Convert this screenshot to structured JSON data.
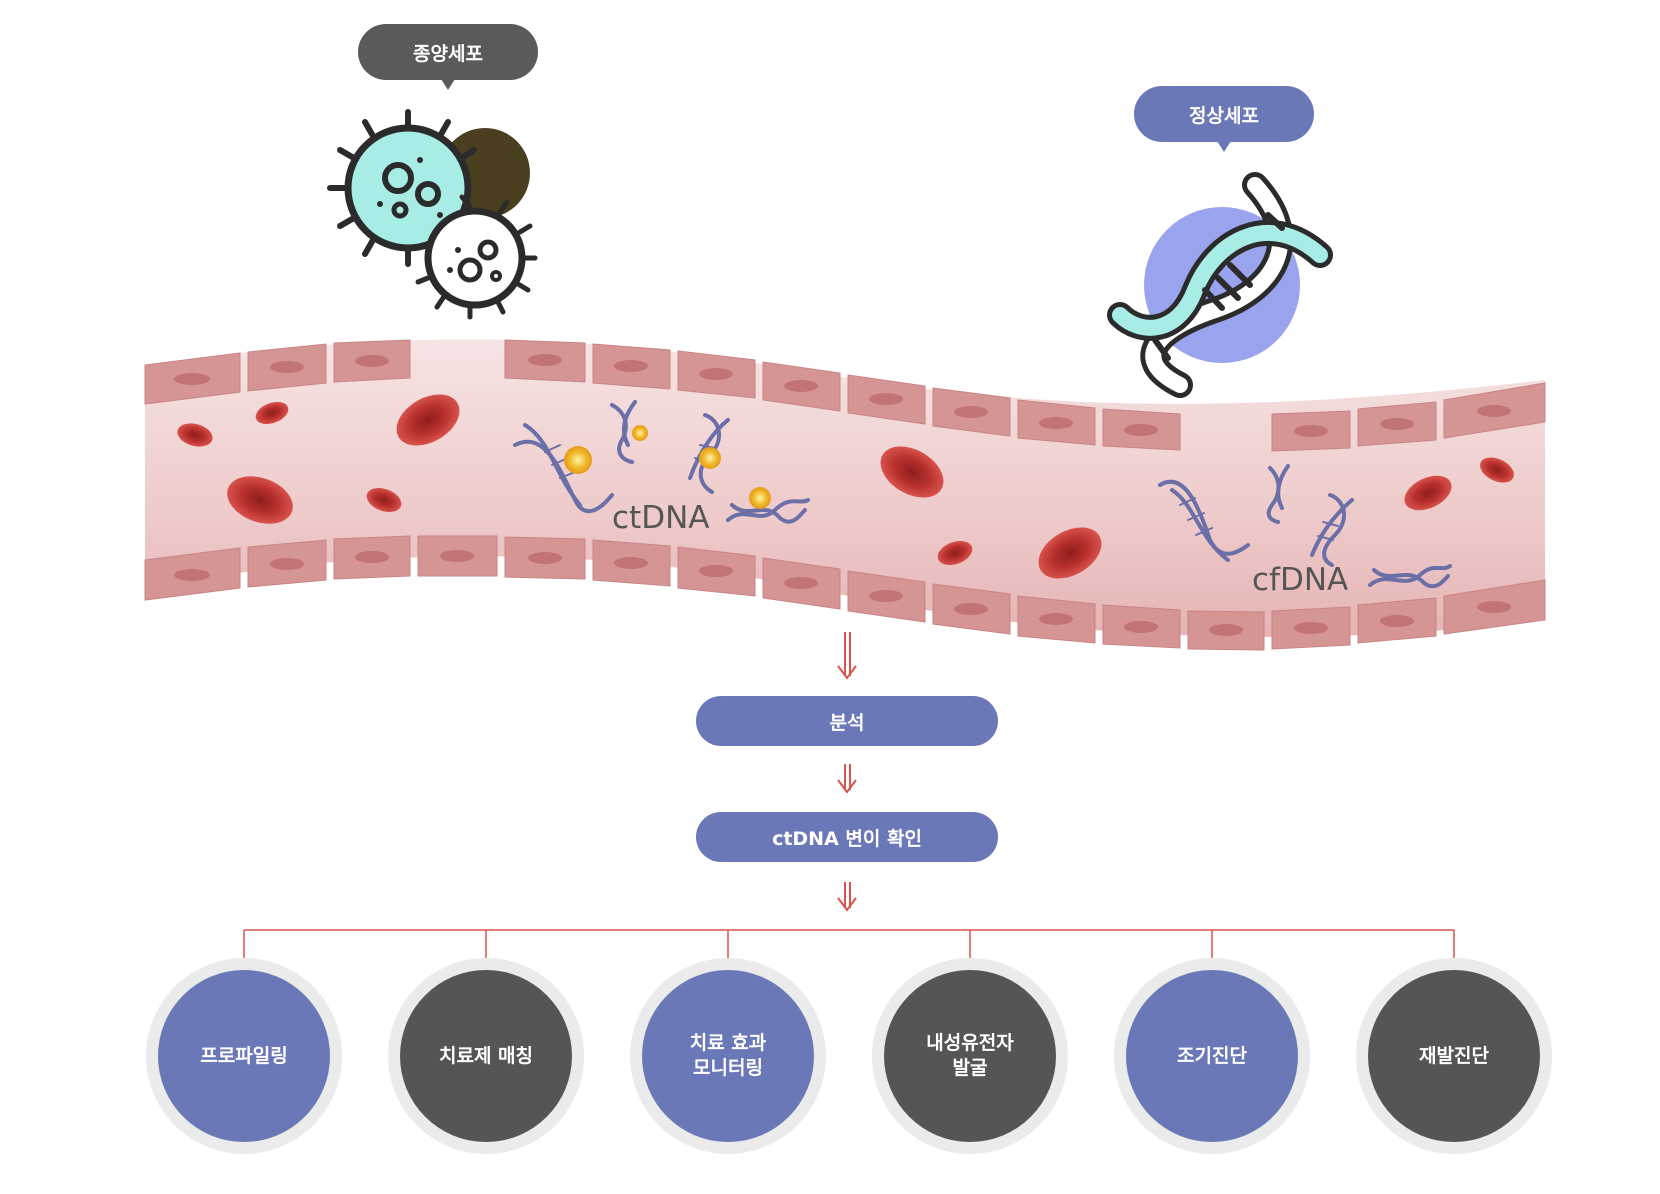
{
  "labels": {
    "tumor_cell": "종양세포",
    "normal_cell": "정상세포",
    "ctdna": "ctDNA",
    "cfdna": "cfDNA"
  },
  "flow": {
    "step1": "분석",
    "step2": "ctDNA 변이 확인"
  },
  "applications": [
    {
      "label": "프로파일링",
      "style": "blue"
    },
    {
      "label": "치료제 매칭",
      "style": "dark"
    },
    {
      "label": "치료 효과\n모니터링",
      "style": "blue"
    },
    {
      "label": "내성유전자\n발굴",
      "style": "dark"
    },
    {
      "label": "조기진단",
      "style": "blue"
    },
    {
      "label": "재발진단",
      "style": "dark"
    }
  ],
  "colors": {
    "blue": "#6b78b8",
    "dark": "#555555",
    "vessel": "#f3dada",
    "wall_cell": "#d69595",
    "red_cell": "#c8403c",
    "dna_strand": "#6b6fa8",
    "arrow": "#d9534f"
  }
}
